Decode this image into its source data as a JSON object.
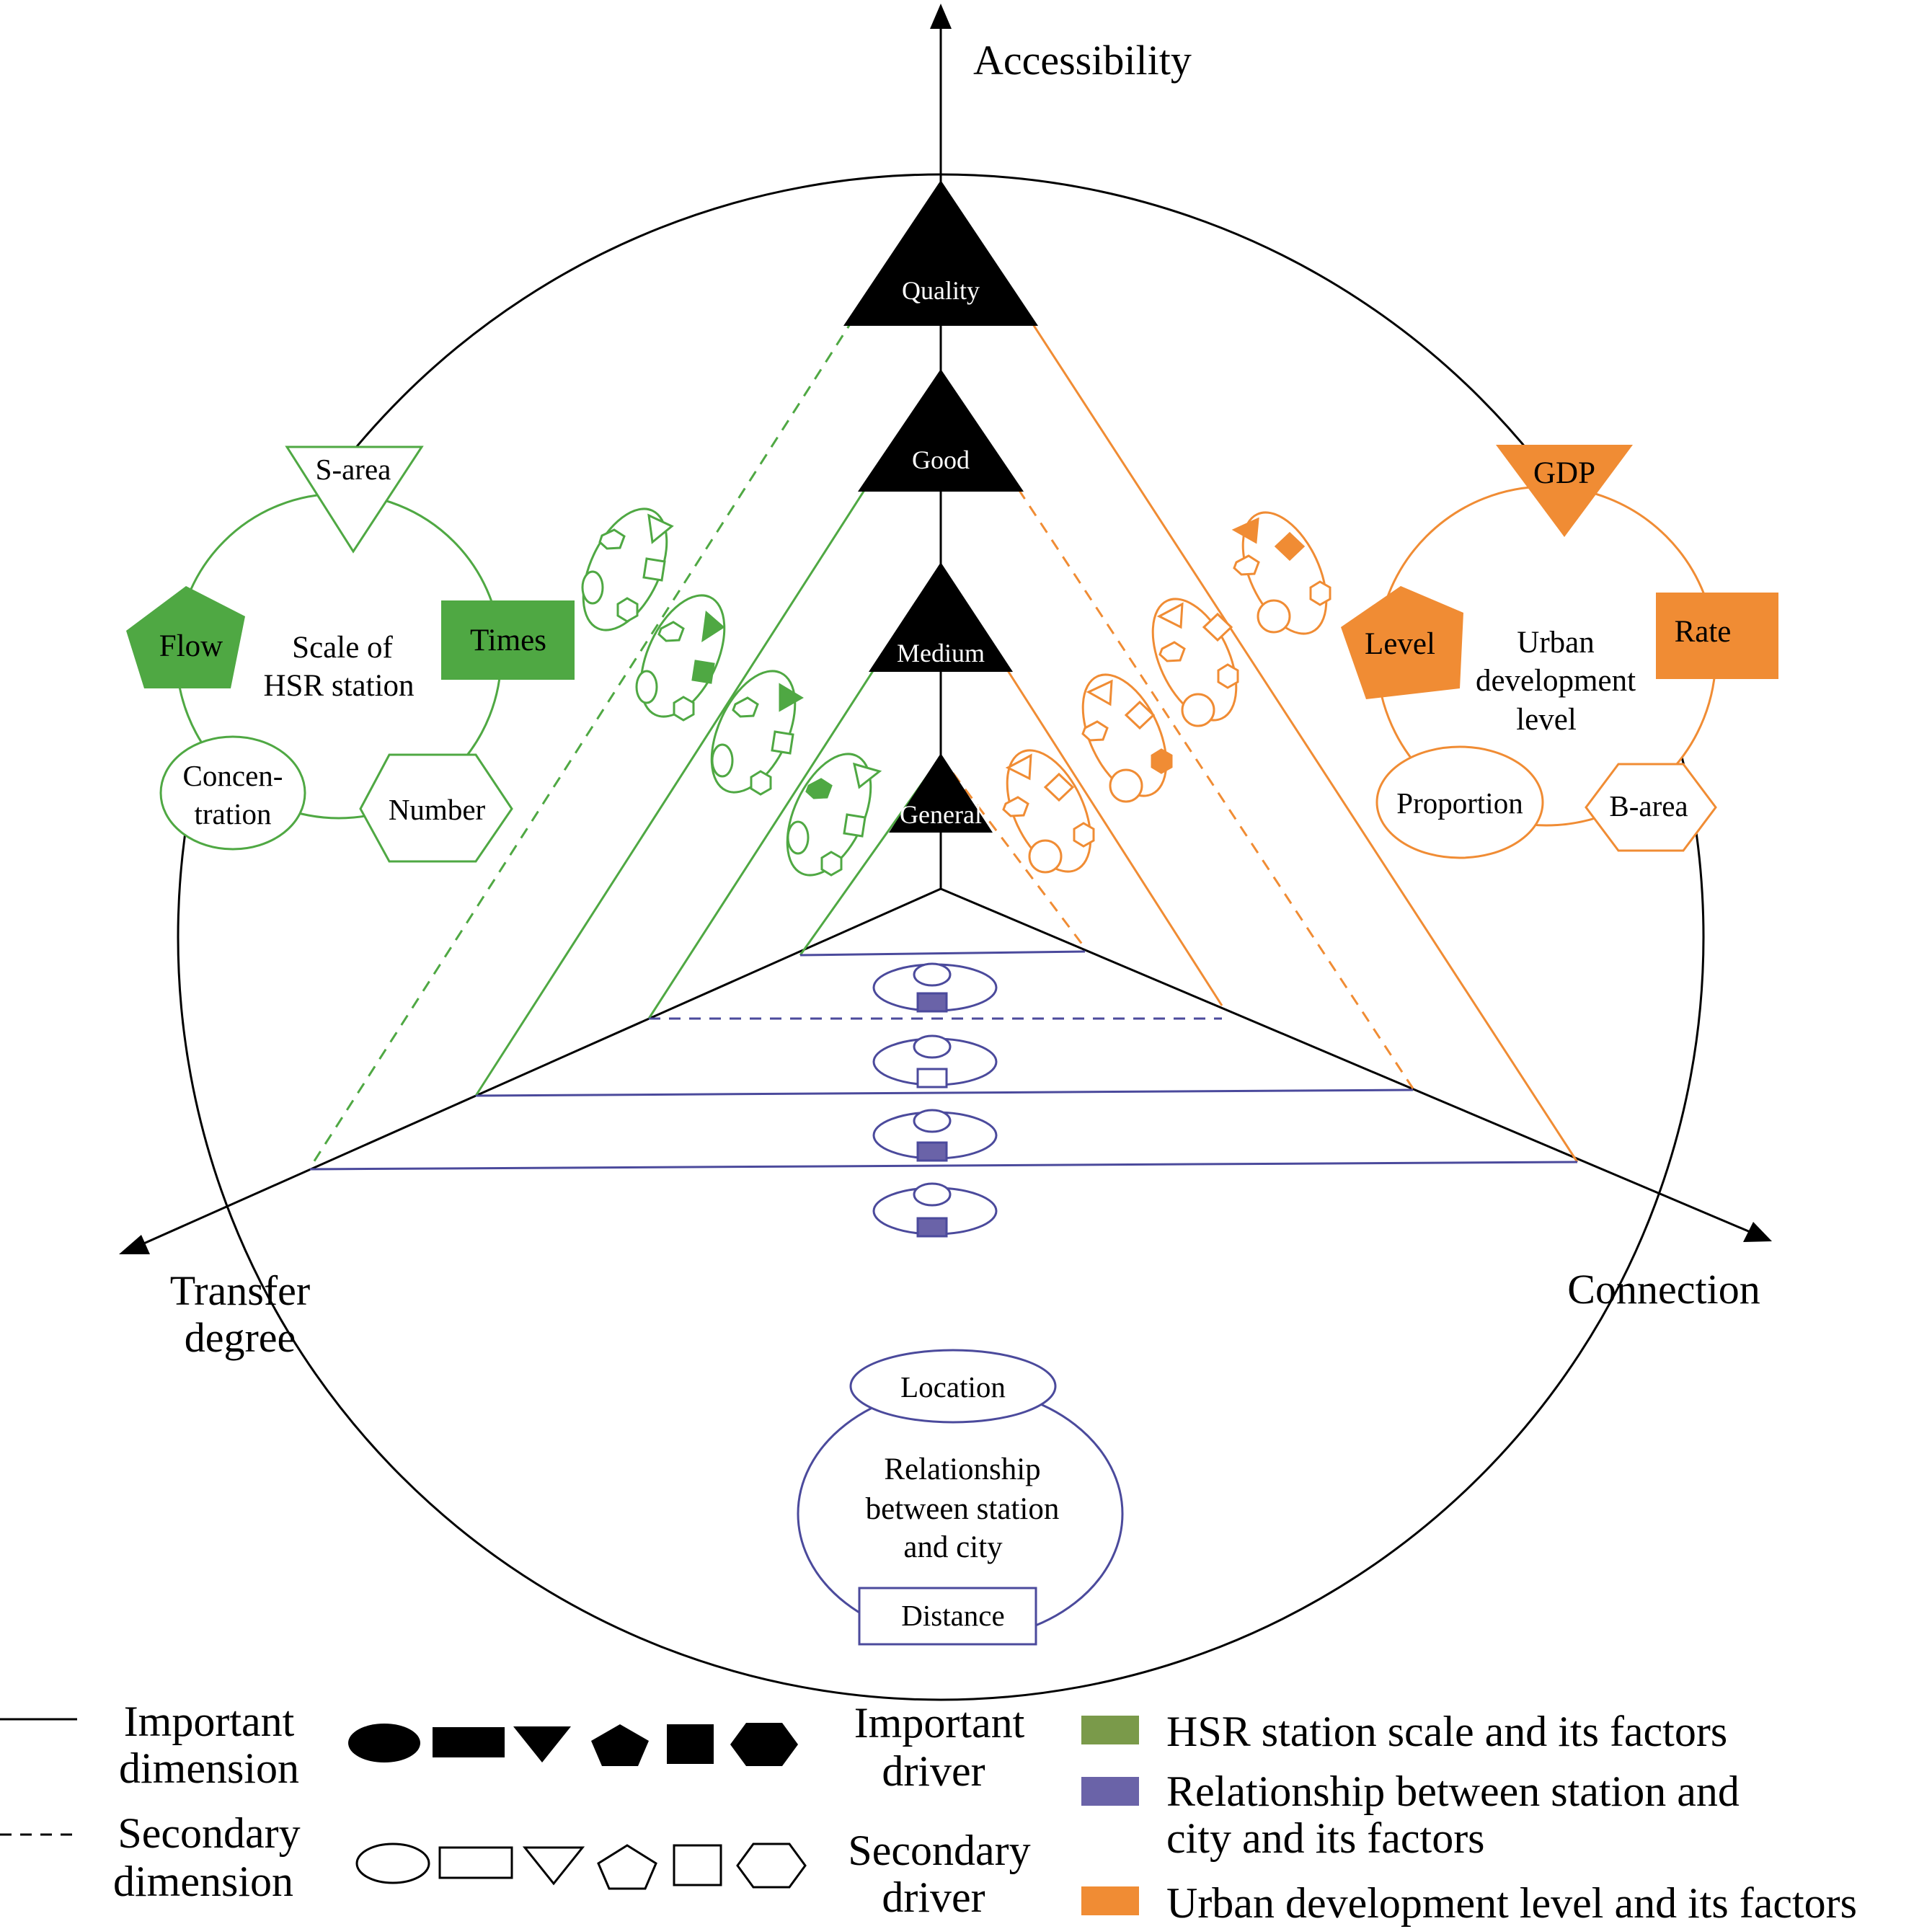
{
  "axes": {
    "accessibility": "Accessibility",
    "transfer_line1": "Transfer",
    "transfer_line2": "degree",
    "connection": "Connection"
  },
  "levels": [
    "Quality",
    "Good",
    "Medium",
    "General"
  ],
  "hsr_group": {
    "title_line1": "Scale of",
    "title_line2": "HSR station",
    "s_area": "S-area",
    "flow": "Flow",
    "times": "Times",
    "concentration_line1": "Concen-",
    "concentration_line2": "tration",
    "number": "Number"
  },
  "urban_group": {
    "title_line1": "Urban",
    "title_line2": "development",
    "title_line3": "level",
    "gdp": "GDP",
    "level": "Level",
    "rate": "Rate",
    "proportion": "Proportion",
    "b_area": "B-area"
  },
  "relation_group": {
    "location": "Location",
    "title_line1": "Relationship",
    "title_line2": "between station",
    "title_line3": "and city",
    "distance": "Distance"
  },
  "legend": {
    "important_dimension_line1": "Important",
    "important_dimension_line2": "dimension",
    "secondary_dimension_line1": "Secondary",
    "secondary_dimension_line2": "dimension",
    "important_driver_line1": "Important",
    "important_driver_line2": "driver",
    "secondary_driver_line1": "Secondary",
    "secondary_driver_line2": "driver",
    "hsr": "HSR station scale and its factors",
    "relation_line1": "Relationship between station and",
    "relation_line2": "city and its factors",
    "urban": "Urban development level and its factors"
  },
  "colors": {
    "green": "#4fa843",
    "green_legend": "#7a9a4a",
    "orange": "#f08c34",
    "purple": "#4b4a9c",
    "purple_legend": "#6a63a8",
    "black": "#000000"
  }
}
